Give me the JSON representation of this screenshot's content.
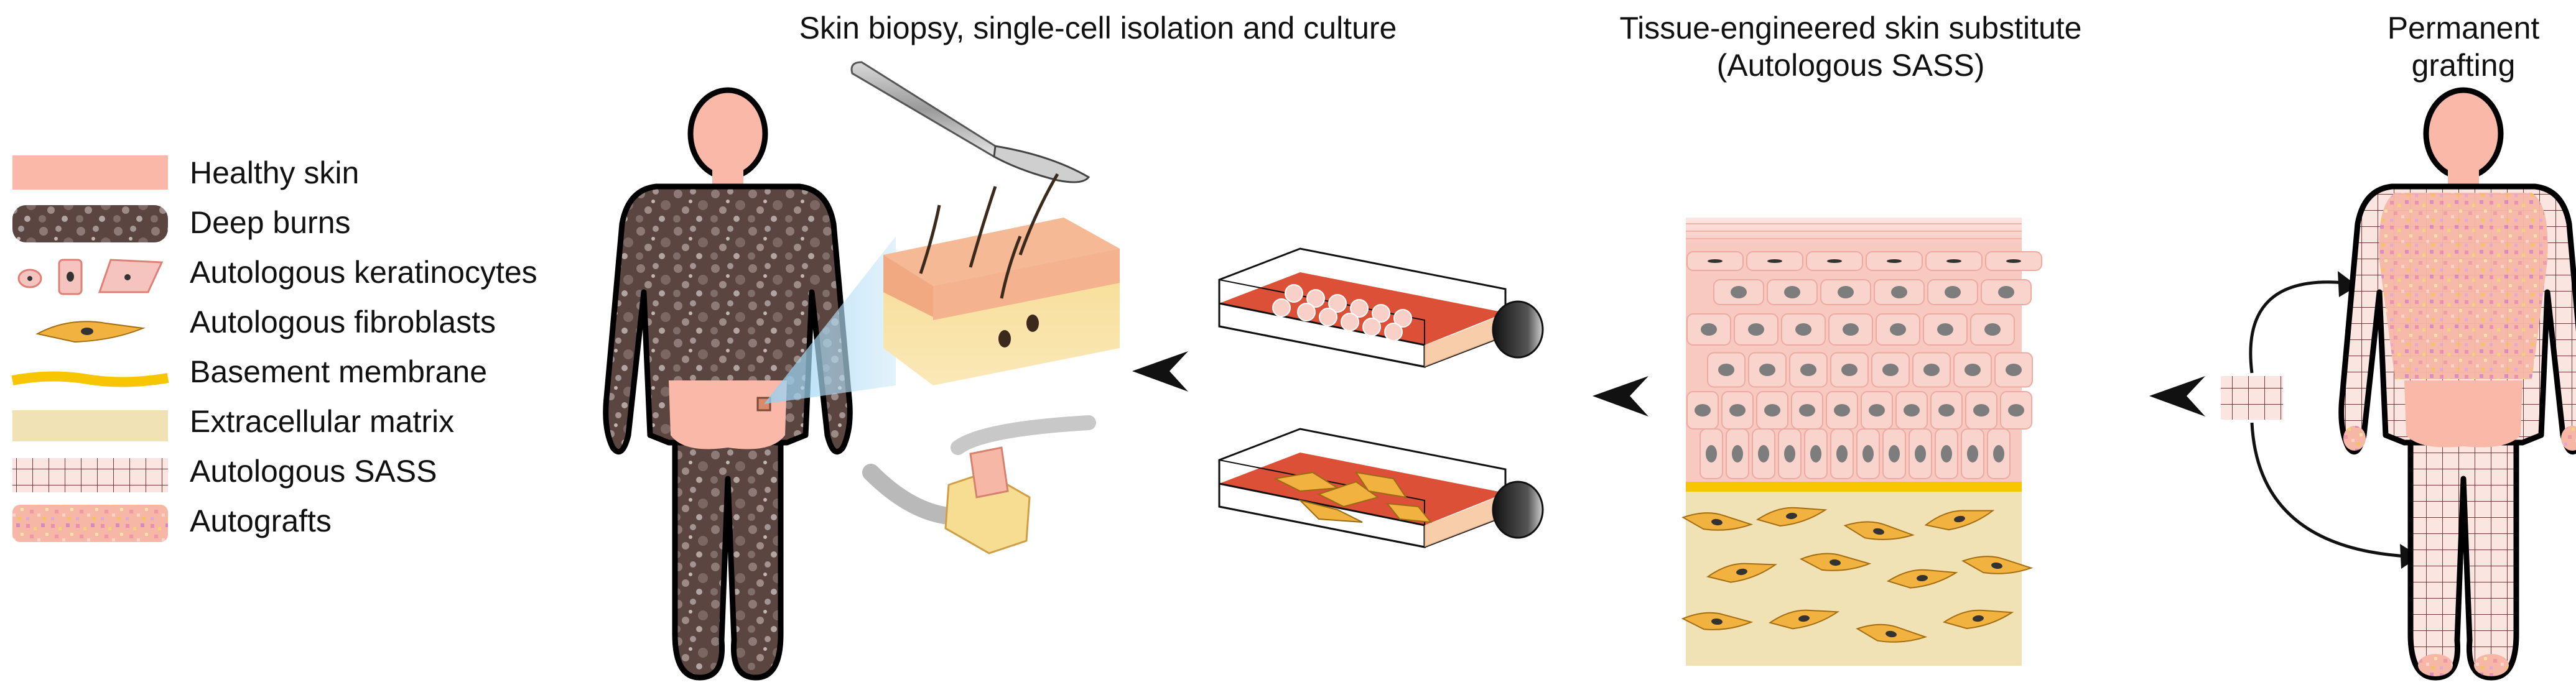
{
  "legend": {
    "items": [
      {
        "label": "Healthy skin",
        "swatch": "healthy"
      },
      {
        "label": "Deep burns",
        "swatch": "burn"
      },
      {
        "label": "Autologous keratinocytes",
        "swatch": "keratinocytes"
      },
      {
        "label": "Autologous fibroblasts",
        "swatch": "fibroblasts"
      },
      {
        "label": "Basement membrane",
        "swatch": "membrane"
      },
      {
        "label": "Extracellular matrix",
        "swatch": "ecm"
      },
      {
        "label": "Autologous SASS",
        "swatch": "sass"
      },
      {
        "label": "Autografts",
        "swatch": "autografts"
      }
    ]
  },
  "stages": {
    "biopsy_title": "Skin biopsy, single-cell isolation and culture",
    "substitute_title_line1": "Tissue-engineered skin substitute",
    "substitute_title_line2": "(Autologous SASS)",
    "grafting_title_line1": "Permanent",
    "grafting_title_line2": "grafting"
  },
  "colors": {
    "healthy_skin": "#f9b8a8",
    "burn": "#5a4541",
    "keratinocyte": "#f6c4be",
    "nucleus": "#888888",
    "fibroblast": "#f1b23f",
    "membrane": "#f7c600",
    "ecm": "#f1e2b5",
    "culture_red": "#d9472b",
    "outline": "#111111"
  }
}
